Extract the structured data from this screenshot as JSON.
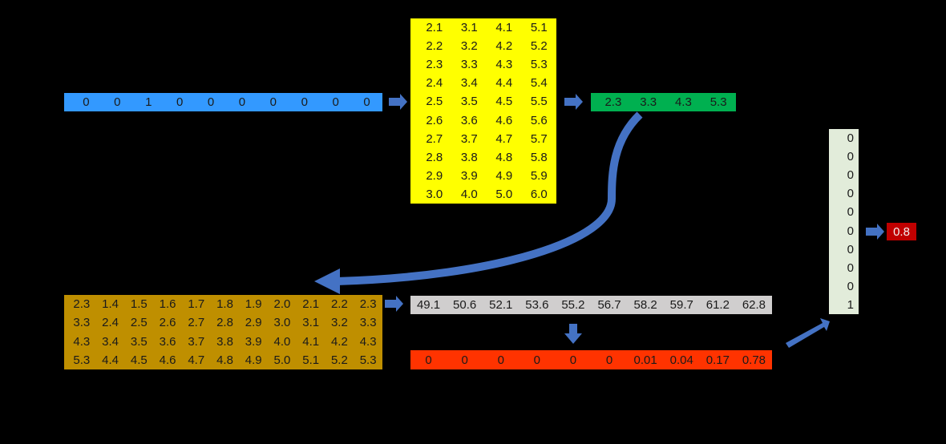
{
  "onehot": [
    "0",
    "0",
    "1",
    "0",
    "0",
    "0",
    "0",
    "0",
    "0",
    "0"
  ],
  "embedding_matrix": [
    [
      "2.1",
      "3.1",
      "4.1",
      "5.1"
    ],
    [
      "2.2",
      "3.2",
      "4.2",
      "5.2"
    ],
    [
      "2.3",
      "3.3",
      "4.3",
      "5.3"
    ],
    [
      "2.4",
      "3.4",
      "4.4",
      "5.4"
    ],
    [
      "2.5",
      "3.5",
      "4.5",
      "5.5"
    ],
    [
      "2.6",
      "3.6",
      "4.6",
      "5.6"
    ],
    [
      "2.7",
      "3.7",
      "4.7",
      "5.7"
    ],
    [
      "2.8",
      "3.8",
      "4.8",
      "5.8"
    ],
    [
      "2.9",
      "3.9",
      "4.9",
      "5.9"
    ],
    [
      "3.0",
      "4.0",
      "5.0",
      "6.0"
    ]
  ],
  "lookup_vector": [
    "2.3",
    "3.3",
    "4.3",
    "5.3"
  ],
  "context_matrix": [
    [
      "2.3",
      "1.4",
      "1.5",
      "1.6",
      "1.7",
      "1.8",
      "1.9",
      "2.0",
      "2.1",
      "2.2",
      "2.3"
    ],
    [
      "3.3",
      "2.4",
      "2.5",
      "2.6",
      "2.7",
      "2.8",
      "2.9",
      "3.0",
      "3.1",
      "3.2",
      "3.3"
    ],
    [
      "4.3",
      "3.4",
      "3.5",
      "3.6",
      "3.7",
      "3.8",
      "3.9",
      "4.0",
      "4.1",
      "4.2",
      "4.3"
    ],
    [
      "5.3",
      "4.4",
      "4.5",
      "4.6",
      "4.7",
      "4.8",
      "4.9",
      "5.0",
      "5.1",
      "5.2",
      "5.3"
    ]
  ],
  "scores": [
    "49.1",
    "50.6",
    "52.1",
    "53.6",
    "55.2",
    "56.7",
    "58.2",
    "59.7",
    "61.2",
    "62.8"
  ],
  "softmax": [
    "0",
    "0",
    "0",
    "0",
    "0",
    "0",
    "0.01",
    "0.04",
    "0.17",
    "0.78"
  ],
  "target": [
    "0",
    "0",
    "0",
    "0",
    "0",
    "0",
    "0",
    "0",
    "0",
    "1"
  ],
  "result": "0.8",
  "colors": {
    "onehot": "#3399ff",
    "embedding": "#ffff00",
    "lookup": "#00b050",
    "context": "#bf8f00",
    "scores": "#d0cece",
    "softmax": "#ff3300",
    "target": "#e2ecda",
    "result": "#c00000",
    "arrow": "#4472c4"
  }
}
